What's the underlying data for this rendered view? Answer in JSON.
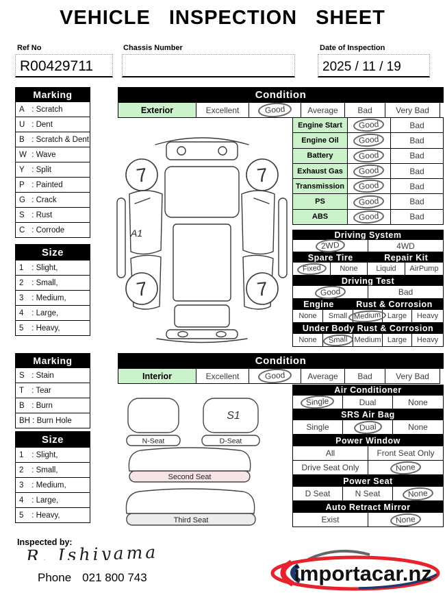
{
  "title": "VEHICLE INSPECTION SHEET",
  "header": {
    "ref_no": {
      "label": "Ref No",
      "value": "R00429711"
    },
    "chassis": {
      "label": "Chassis Number",
      "value": ""
    },
    "date": {
      "label": "Date of Inspection",
      "value": "2025 / 11 / 19"
    }
  },
  "exterior": {
    "marking": {
      "title": "Marking",
      "items": [
        {
          "code": "A",
          "label": "Scratch"
        },
        {
          "code": "U",
          "label": "Dent"
        },
        {
          "code": "B",
          "label": "Scratch & Dent"
        },
        {
          "code": "W",
          "label": "Wave"
        },
        {
          "code": "Y",
          "label": "Split"
        },
        {
          "code": "P",
          "label": "Painted"
        },
        {
          "code": "G",
          "label": "Crack"
        },
        {
          "code": "S",
          "label": "Rust"
        },
        {
          "code": "C",
          "label": "Corrode"
        }
      ]
    },
    "size": {
      "title": "Size",
      "items": [
        {
          "code": "1",
          "label": "Slight,"
        },
        {
          "code": "2",
          "label": "Small,"
        },
        {
          "code": "3",
          "label": "Medium,"
        },
        {
          "code": "4",
          "label": "Large,"
        },
        {
          "code": "5",
          "label": "Heavy,"
        }
      ]
    },
    "condition": {
      "title": "Condition",
      "label": "Exterior",
      "options": [
        "Excellent",
        "Good",
        "Average",
        "Bad",
        "Very Bad"
      ],
      "selected": "Good"
    },
    "checks": {
      "rows": [
        {
          "label": "Engine Start",
          "good": "Good",
          "bad": "Bad",
          "selected": "Good"
        },
        {
          "label": "Engine Oil",
          "good": "Good",
          "bad": "Bad",
          "selected": "Good"
        },
        {
          "label": "Battery",
          "good": "Good",
          "bad": "Bad",
          "selected": "Good"
        },
        {
          "label": "Exhaust Gas",
          "good": "Good",
          "bad": "Bad",
          "selected": "Good"
        },
        {
          "label": "Transmission",
          "good": "Good",
          "bad": "Bad",
          "selected": "Good"
        },
        {
          "label": "PS",
          "good": "Good",
          "bad": "Bad",
          "selected": "Good"
        },
        {
          "label": "ABS",
          "good": "Good",
          "bad": "Bad",
          "selected": "Good"
        }
      ]
    },
    "driving_system": {
      "title": "Driving System",
      "options": [
        "2WD",
        "4WD"
      ],
      "selected": "2WD"
    },
    "spare_tire": {
      "title_left": "Spare Tire",
      "title_right": "Repair Kit",
      "options": [
        "Fixed",
        "None",
        "Liquid",
        "AirPump"
      ],
      "selected": "Fixed"
    },
    "driving_test": {
      "title": "Driving Test",
      "options": [
        "Good",
        "Bad"
      ],
      "selected": "Good"
    },
    "engine_rust": {
      "title_left": "Engine",
      "title_right": "Rust & Corrosion",
      "options": [
        "None",
        "Small",
        "Medium",
        "Large",
        "Heavy"
      ],
      "selected": "Medium"
    },
    "underbody_rust": {
      "title": "Under Body Rust & Corrosion",
      "options": [
        "None",
        "Small",
        "Medium",
        "Large",
        "Heavy"
      ],
      "selected": "Small"
    },
    "diagram": {
      "marking": "A1",
      "tire_marks": [
        "7",
        "7",
        "7",
        "7"
      ]
    }
  },
  "interior": {
    "marking": {
      "title": "Marking",
      "items": [
        {
          "code": "S",
          "label": "Stain"
        },
        {
          "code": "T",
          "label": "Tear"
        },
        {
          "code": "B",
          "label": "Burn"
        },
        {
          "code": "BH",
          "label": "Burn Hole"
        }
      ]
    },
    "size": {
      "title": "Size",
      "items": [
        {
          "code": "1",
          "label": "Slight,"
        },
        {
          "code": "2",
          "label": "Small,"
        },
        {
          "code": "3",
          "label": "Medium,"
        },
        {
          "code": "4",
          "label": "Large,"
        },
        {
          "code": "5",
          "label": "Heavy,"
        }
      ]
    },
    "condition": {
      "title": "Condition",
      "label": "Interior",
      "options": [
        "Excellent",
        "Good",
        "Average",
        "Bad",
        "Very Bad"
      ],
      "selected": "Good"
    },
    "air_conditioner": {
      "title": "Air Conditioner",
      "options": [
        "Single",
        "Dual",
        "None"
      ],
      "selected": "Single"
    },
    "srs_airbag": {
      "title": "SRS Air Bag",
      "options": [
        "Single",
        "Dual",
        "None"
      ],
      "selected": "Dual"
    },
    "power_window": {
      "title": "Power Window",
      "row1": [
        "All",
        "Front Seat Only"
      ],
      "row2": [
        "Drive Seat Only",
        "None"
      ],
      "selected": "None"
    },
    "power_seat": {
      "title": "Power Seat",
      "options": [
        "D Seat",
        "N Seat",
        "None"
      ],
      "selected": "None"
    },
    "auto_retract_mirror": {
      "title": "Auto Retract Mirror",
      "options": [
        "Exist",
        "None"
      ],
      "selected": "None"
    },
    "seats": {
      "n_seat": "N-Seat",
      "d_seat": "D-Seat",
      "d_seat_marking": "S1",
      "second_seat": "Second Seat",
      "third_seat": "Third  Seat"
    }
  },
  "footer": {
    "inspected_by": "Inspected by:",
    "signature": "R. Ishiyama",
    "phone_label": "Phone",
    "phone_number": "021 800 743",
    "logo_text": "importacar.nz"
  },
  "colors": {
    "highlight_green": "#ccf2cc",
    "bar_black": "#000000",
    "circle_gray": "#666666",
    "second_seat_pink": "#f7e4e4",
    "third_seat_gray": "#ececec",
    "logo_red": "#e8222d",
    "logo_navy": "#1d3a6b"
  }
}
